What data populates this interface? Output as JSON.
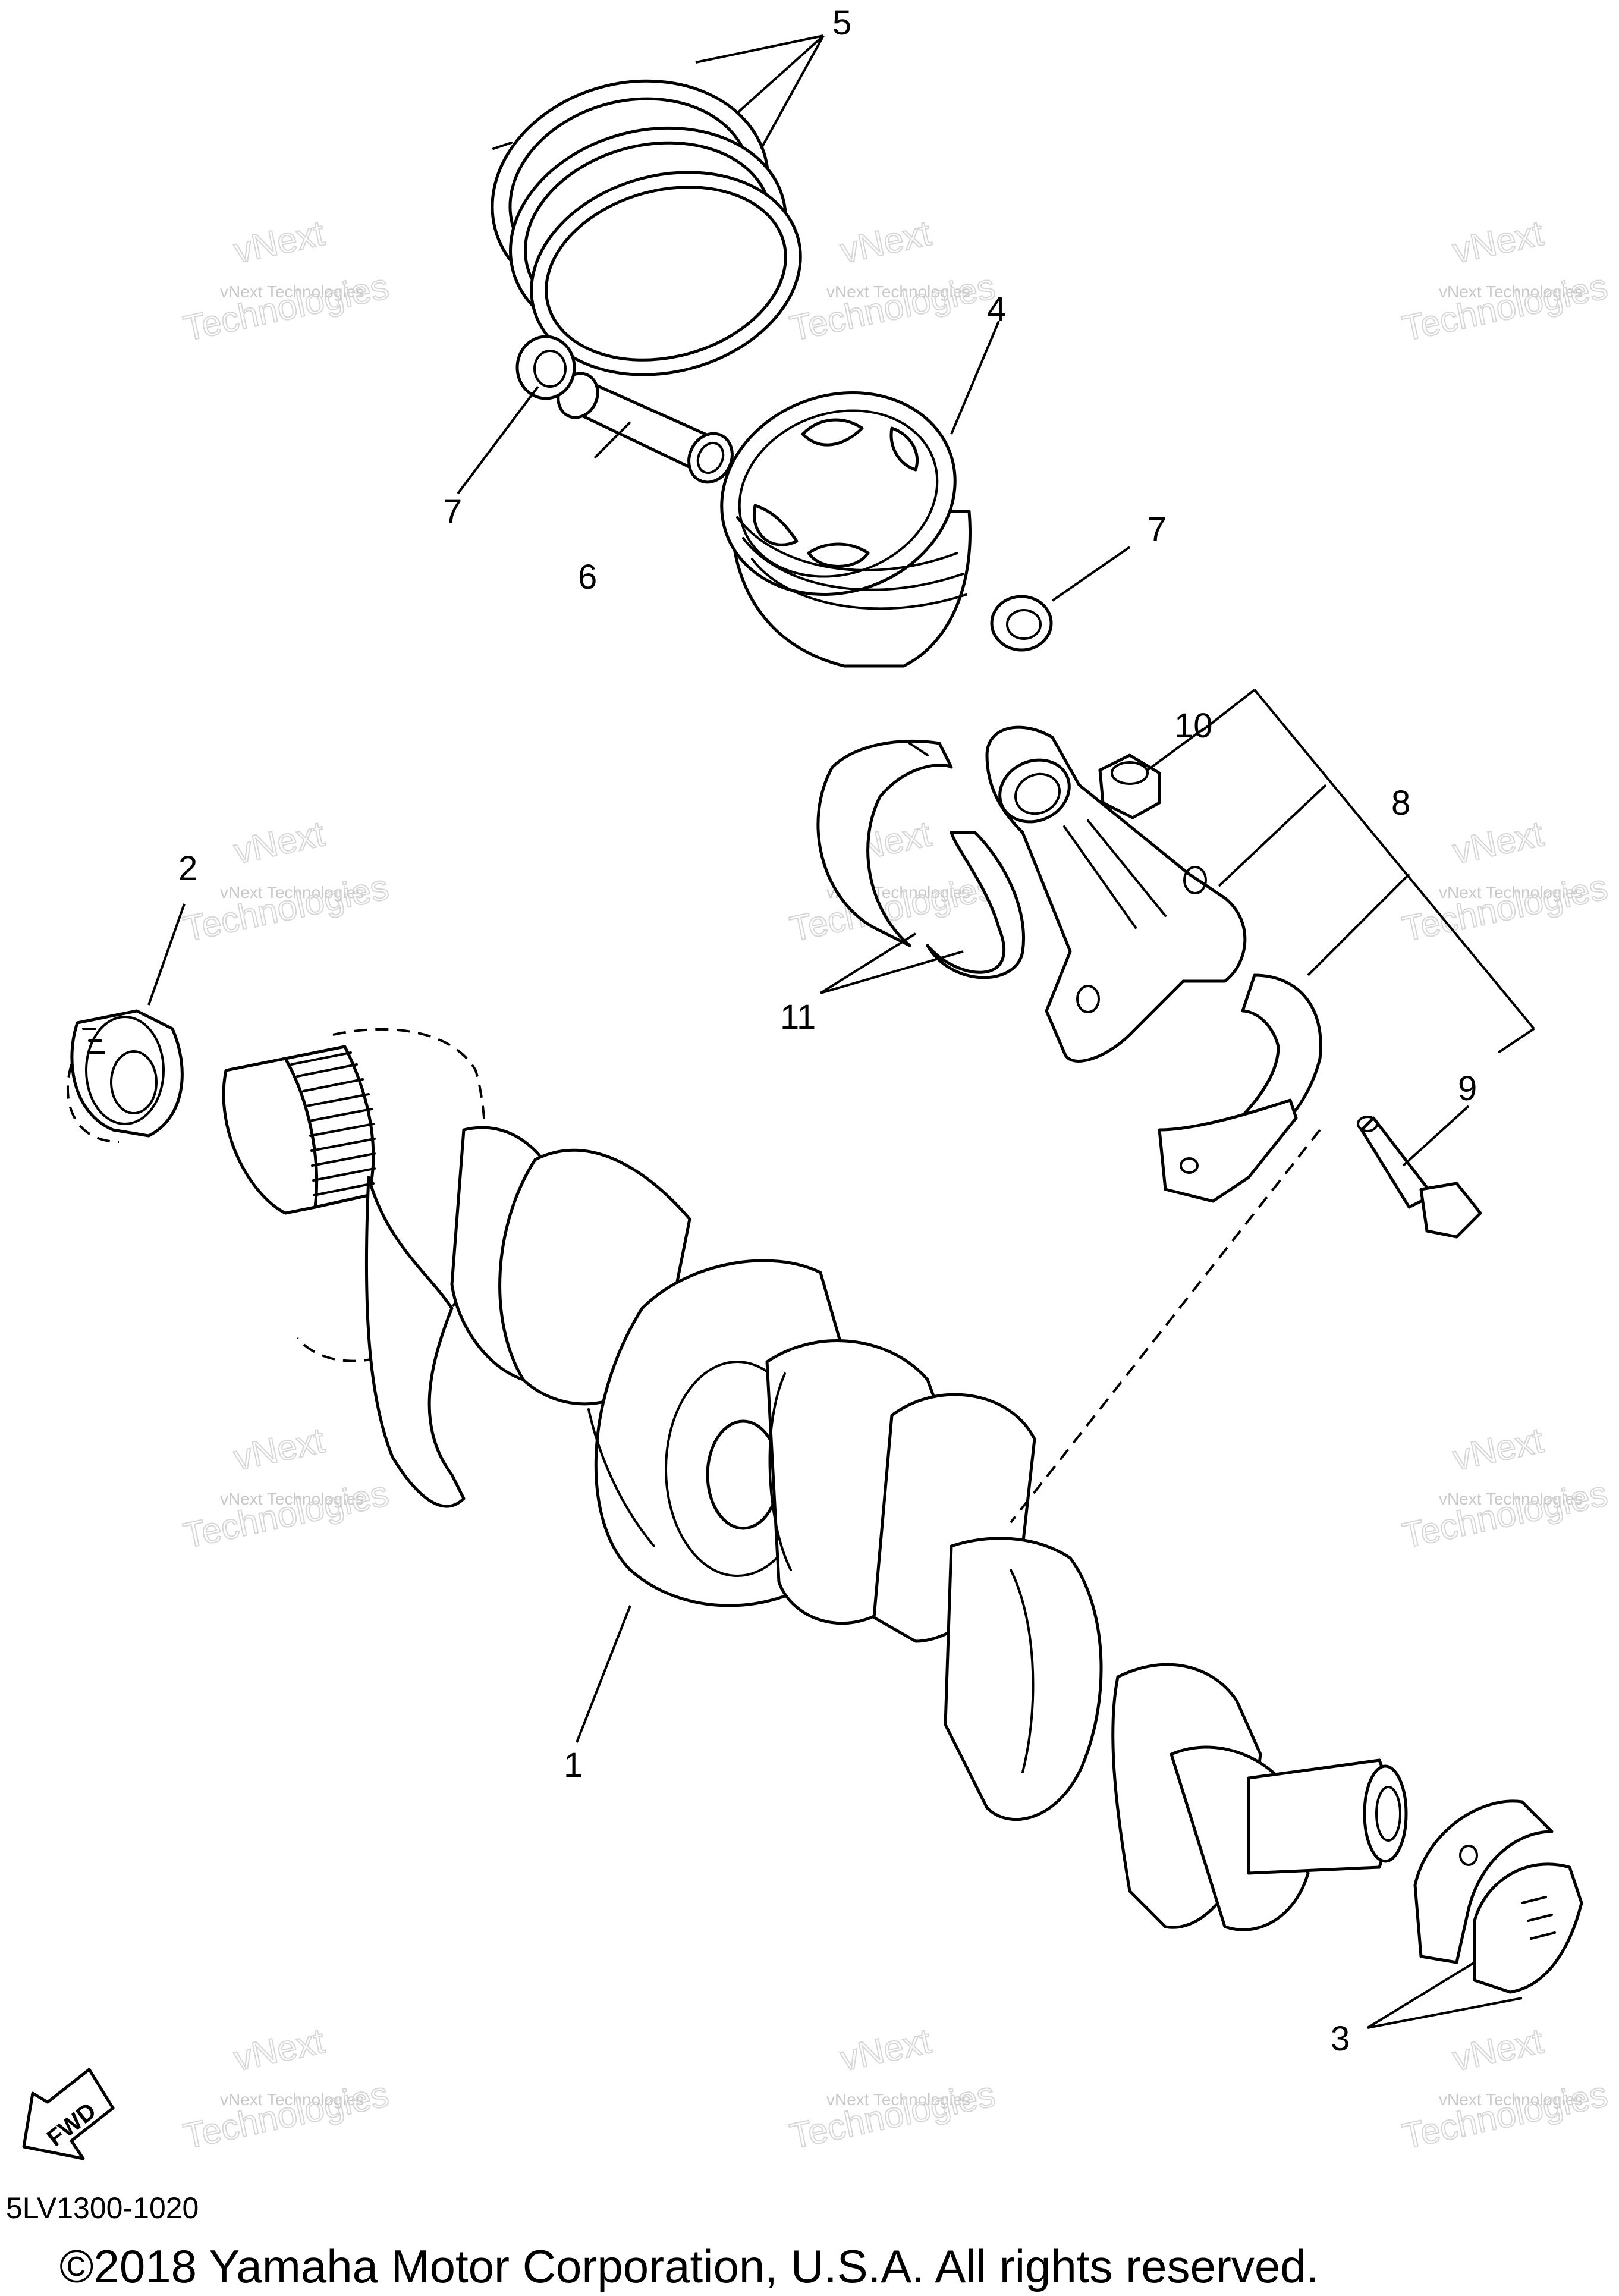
{
  "callouts": {
    "c1": "1",
    "c2": "2",
    "c3": "3",
    "c4": "4",
    "c5": "5",
    "c6": "6",
    "c7a": "7",
    "c7b": "7",
    "c8": "8",
    "c9": "9",
    "c10": "10",
    "c11": "11"
  },
  "watermark": {
    "line1": "vNext Technologies",
    "line2a": "vNext",
    "line2b": "Technologies"
  },
  "fwd_label": "FWD",
  "diagram_code": "5LV1300-1020",
  "copyright": "©2018 Yamaha Motor Corporation, U.S.A. All rights reserved."
}
